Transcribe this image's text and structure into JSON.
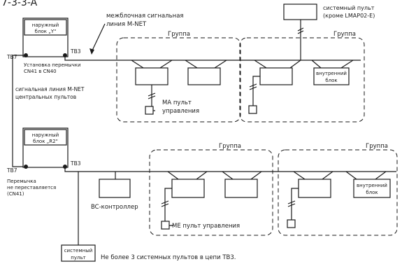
{
  "title": "7-3-3-A",
  "labels": {
    "interblock_line": [
      "межблочная сигнальная",
      "линия M-NET"
    ],
    "outdoor_y": [
      "наружный",
      "блок „Y\""
    ],
    "outdoor_r2": [
      "наружный",
      "блок „R2\""
    ],
    "tb7": "TB7",
    "tb3": "TB3",
    "jumper_install": [
      "Установка перемычки",
      "CN41 в CN40"
    ],
    "central_line": [
      "сигнальная линия M-NET",
      "центральных пультов"
    ],
    "jumper_keep": [
      "Перемычка",
      "не переставляется",
      "(CN41)"
    ],
    "system_remote_top": [
      "системный пульт",
      "(кроме LMAP02-E)"
    ],
    "group": "Группа",
    "ma_remote": [
      "МА пульт",
      "управления"
    ],
    "indoor_unit": [
      "внутренний",
      "блок"
    ],
    "bc_controller": "BC-контроллер",
    "me_remote": "МЕ пульт управления",
    "system_remote_bottom": [
      "системный",
      "пульт"
    ],
    "note": "Не более 3 системных пультов в цепи TB3."
  }
}
